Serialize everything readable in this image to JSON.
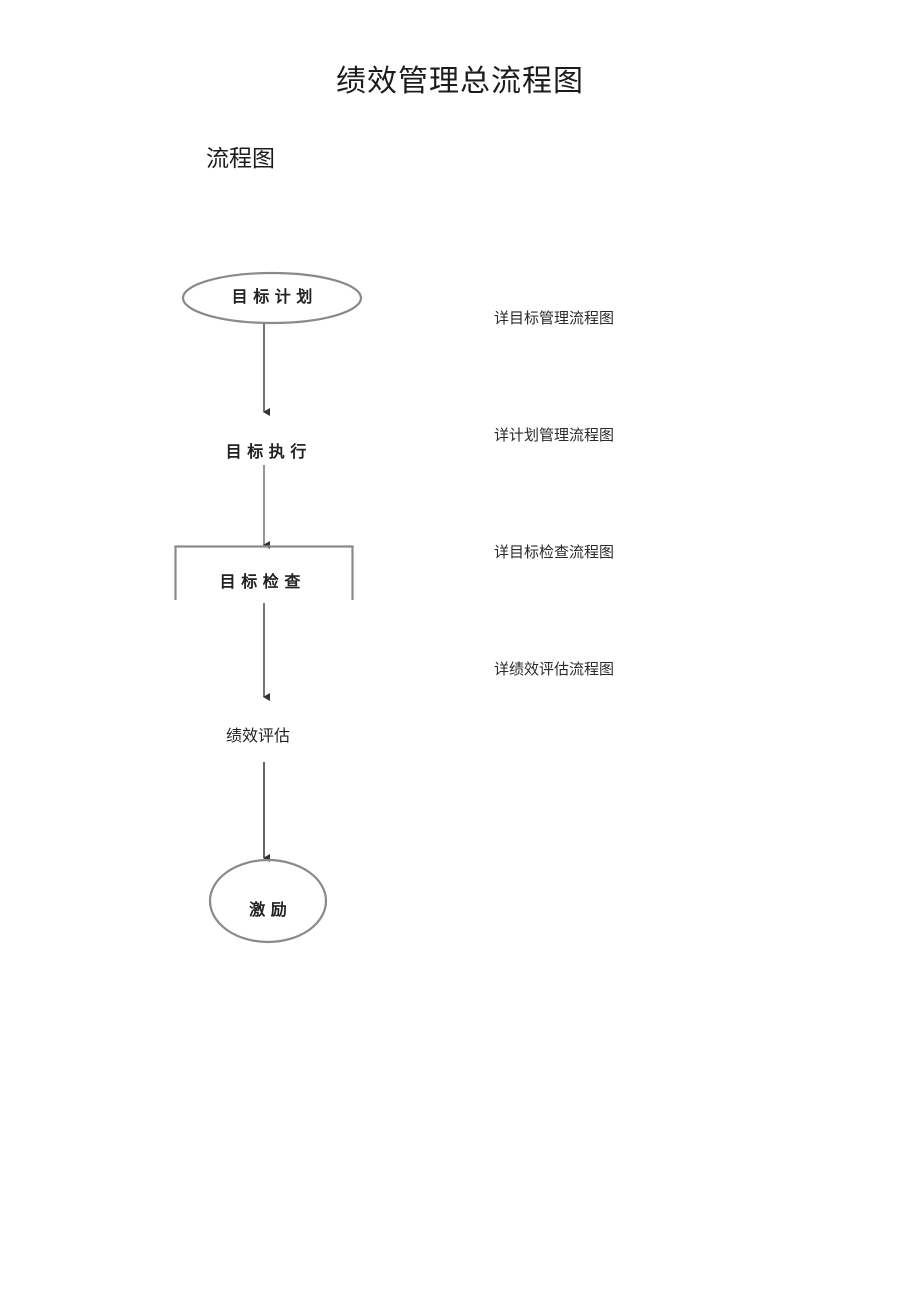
{
  "document": {
    "title": "绩效管理总流程图",
    "section_heading": "流程图"
  },
  "flowchart": {
    "nodes": [
      {
        "id": "goal-plan",
        "label": "目 标 计 划",
        "shape": "ellipse"
      },
      {
        "id": "goal-execution",
        "label": "目 标 执 行",
        "shape": "text"
      },
      {
        "id": "goal-check",
        "label": "目 标 检 查",
        "shape": "bracket-box"
      },
      {
        "id": "performance-evaluation",
        "label": "绩效评估",
        "shape": "text"
      },
      {
        "id": "incentive",
        "label": "激 励",
        "shape": "ellipse"
      }
    ],
    "edges": [
      {
        "from": "goal-plan",
        "to": "goal-execution"
      },
      {
        "from": "goal-execution",
        "to": "goal-check"
      },
      {
        "from": "goal-check",
        "to": "performance-evaluation"
      },
      {
        "from": "performance-evaluation",
        "to": "incentive"
      }
    ],
    "detail_links": [
      {
        "label": "详目标管理流程图"
      },
      {
        "label": "详计划管理流程图"
      },
      {
        "label": "详目标检查流程图"
      },
      {
        "label": "详绩效评估流程图"
      }
    ]
  },
  "colors": {
    "shape_stroke": "#8a8a8a",
    "arrow": "#555555",
    "text": "#222222",
    "background": "#ffffff"
  }
}
